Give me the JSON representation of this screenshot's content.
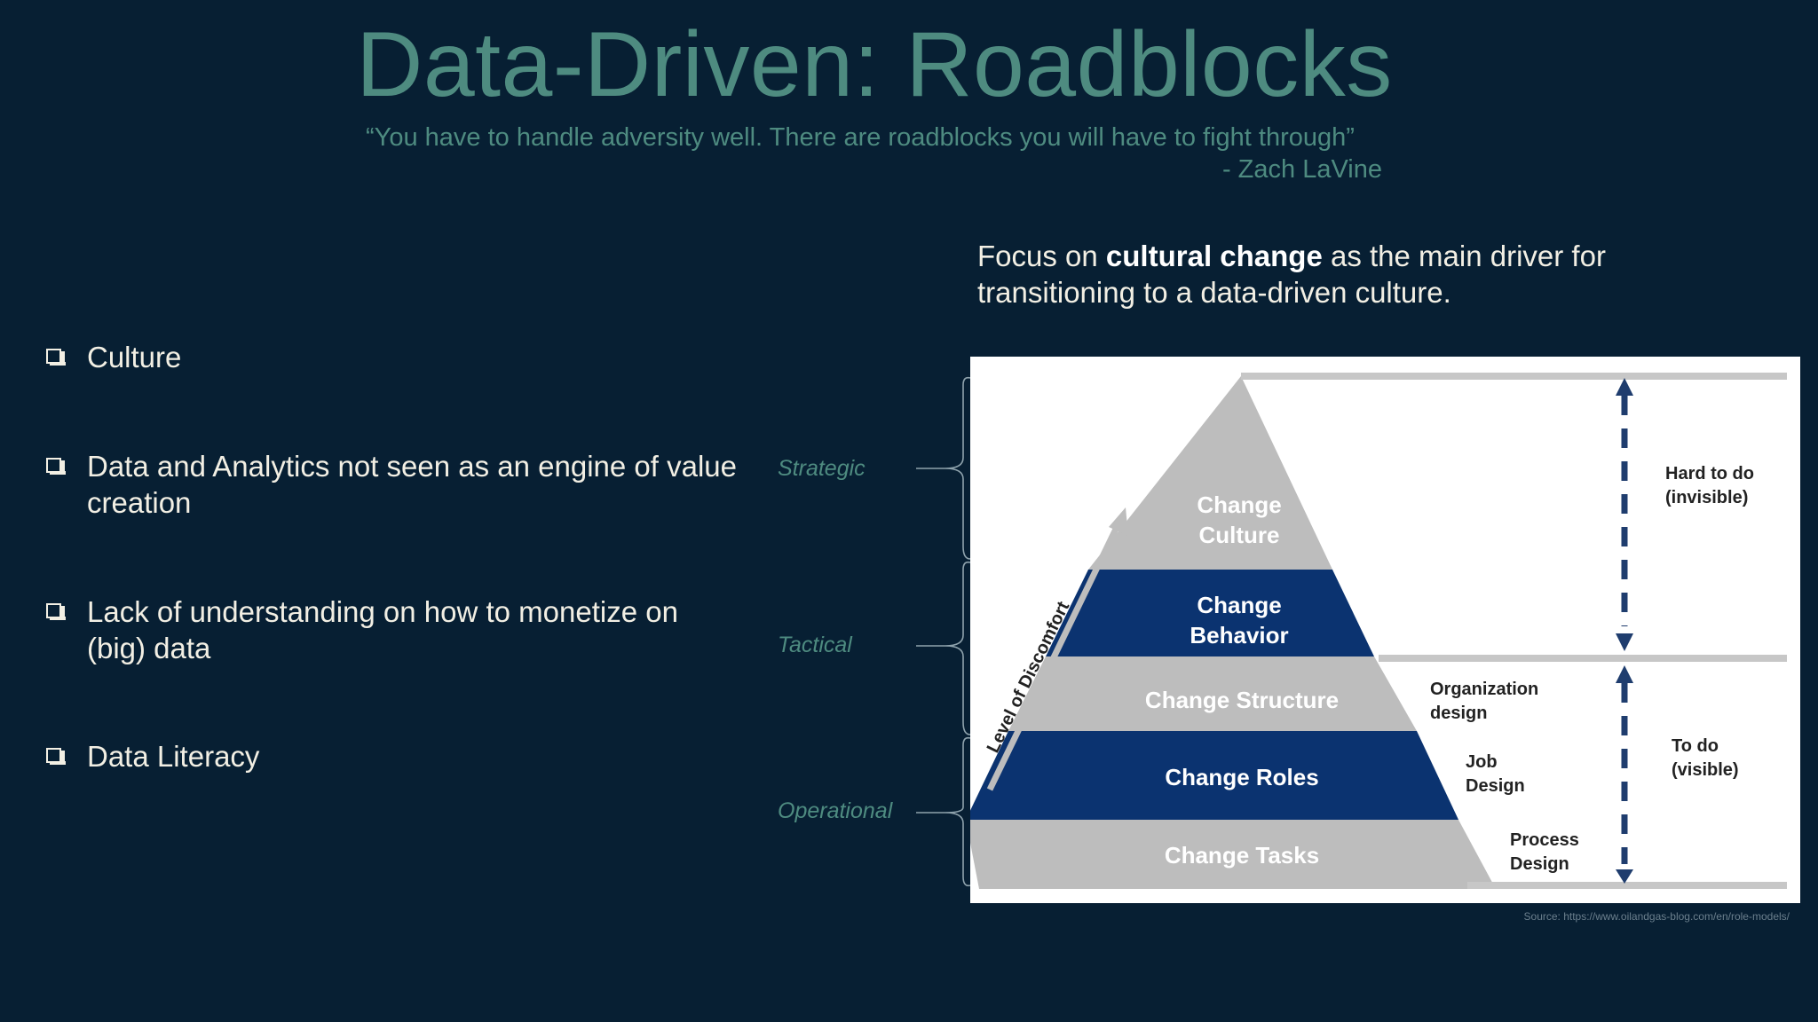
{
  "title": "Data-Driven: Roadblocks",
  "quote": {
    "text": "“You have to handle adversity well. There are roadblocks you will have to fight through”",
    "author": "- Zach LaVine"
  },
  "focus": {
    "prefix": "Focus on ",
    "bold": "cultural change",
    "suffix": " as the main driver for transitioning to a data-driven culture."
  },
  "bullets": [
    "Culture",
    "Data and Analytics not seen as an engine of value creation",
    "Lack of understanding on how to monetize on (big) data",
    "Data Literacy"
  ],
  "levels": {
    "strategic": "Strategic",
    "tactical": "Tactical",
    "operational": "Operational"
  },
  "pyramid": {
    "tiers": [
      {
        "line1": "Change",
        "line2": "Culture"
      },
      {
        "line1": "Change",
        "line2": "Behavior"
      },
      {
        "line1": "Change Structure",
        "line2": ""
      },
      {
        "line1": "Change Roles",
        "line2": ""
      },
      {
        "line1": "Change Tasks",
        "line2": ""
      }
    ],
    "axis_label": "Level of Discomfort",
    "right_labels": {
      "structure": {
        "line1": "Organization",
        "line2": "design"
      },
      "roles": {
        "line1": "Job",
        "line2": "Design"
      },
      "tasks": {
        "line1": "Process",
        "line2": "Design"
      }
    },
    "hard": {
      "line1": "Hard to do",
      "line2": "(invisible)"
    },
    "todo": {
      "line1": "To do",
      "line2": "(visible)"
    },
    "colors": {
      "gray": "#bdbdbd",
      "navy": "#0b3370",
      "arrow": "#1f3d6e"
    }
  },
  "source": "Source: https://www.oilandgas-blog.com/en/role-models/"
}
